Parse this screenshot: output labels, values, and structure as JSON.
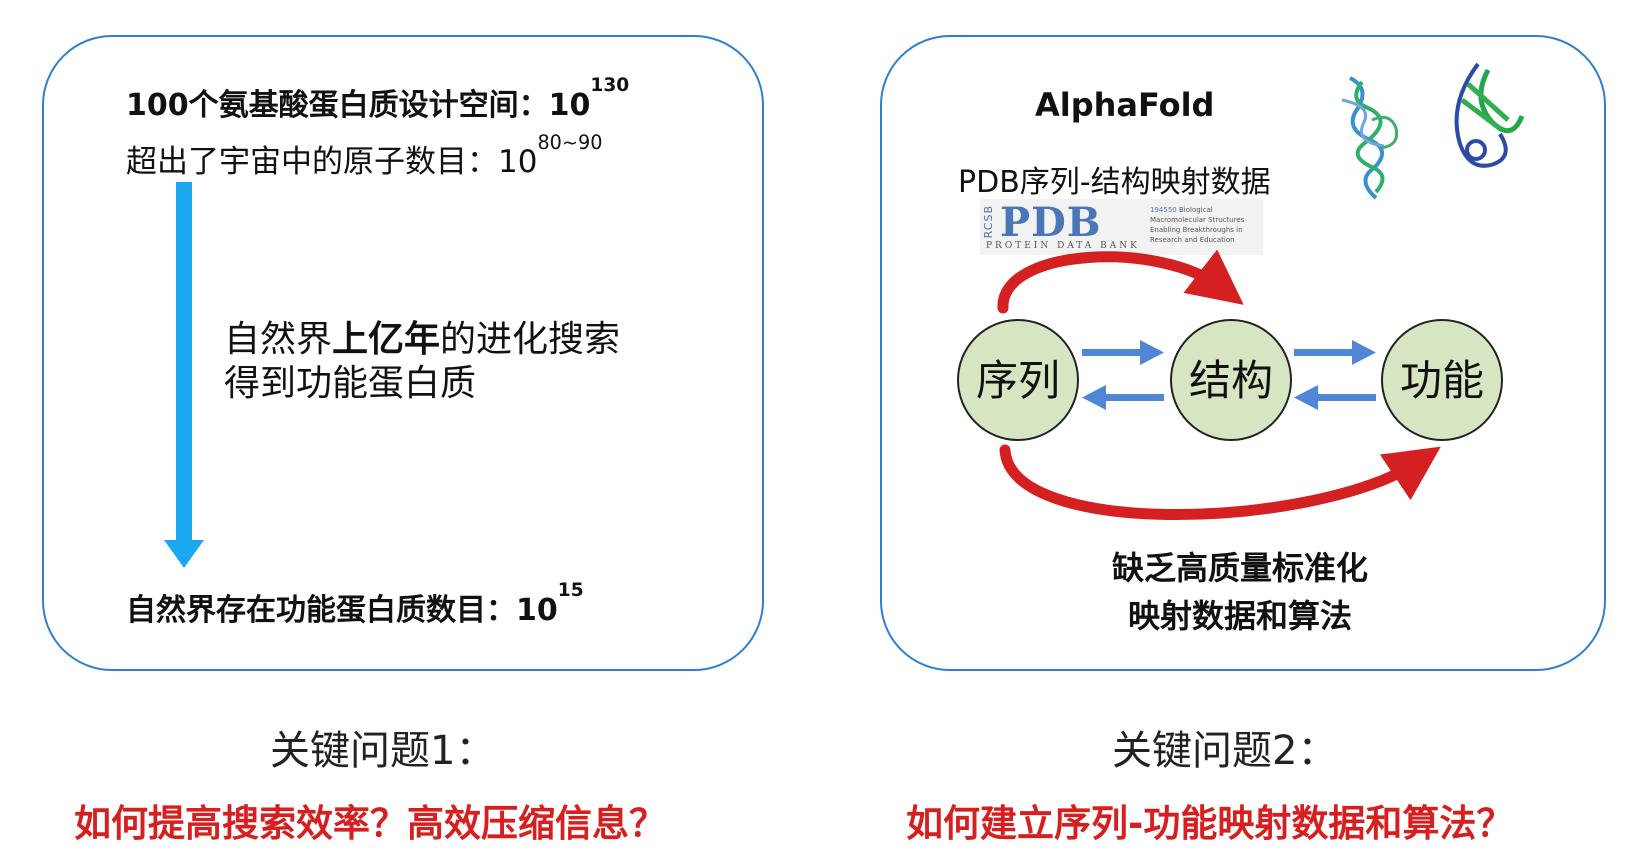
{
  "left_panel": {
    "design_space_label": "100个氨基酸蛋白质设计空间：10",
    "design_space_exp": "130",
    "universe_label": "超出了宇宙中的原子数目：10",
    "universe_exp": "80~90",
    "evolution_pre": "自然界",
    "evolution_bold": "上亿年",
    "evolution_post": "的进化搜索",
    "evolution_line2": "得到功能蛋白质",
    "natural_label": "自然界存在功能蛋白质数目：10",
    "natural_exp": "15",
    "arrow_color": "#1aa8f0"
  },
  "right_panel": {
    "title": "AlphaFold",
    "pdb_mapping": "PDB序列-结构映射数据",
    "pdb_logo": {
      "rcsb": "RCSB",
      "pdb": "PDB",
      "subtitle": "PROTEIN DATA BANK",
      "count": "194550",
      "desc_line1": "Biological",
      "desc_line2": "Macromolecular Structures",
      "desc_line3": "Enabling Breakthroughs in",
      "desc_line4": "Research and Education"
    },
    "nodes": [
      "序列",
      "结构",
      "功能"
    ],
    "lack_line1": "缺乏高质量标准化",
    "lack_line2": "映射数据和算法",
    "node_fill": "#d6e6c3",
    "big_arrow_color": "#d42020",
    "small_arrow_color": "#4f86d6"
  },
  "questions": {
    "q1_label": "关键问题1：",
    "q1_text": "如何提高搜索效率？高效压缩信息？",
    "q2_label": "关键问题2：",
    "q2_text": "如何建立序列-功能映射数据和算法？",
    "accent_color": "#d71f1f"
  }
}
